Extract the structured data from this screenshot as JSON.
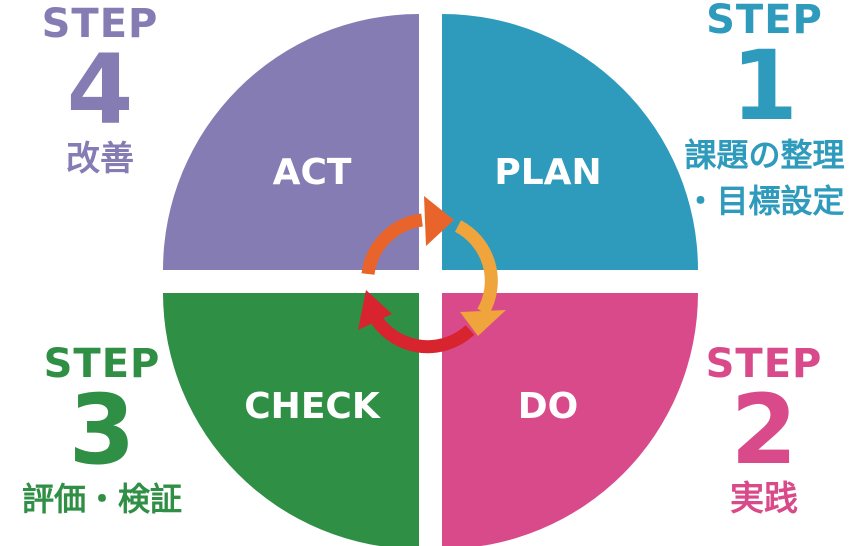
{
  "colors": {
    "plan": "#2e9bbd",
    "do": "#d94a8a",
    "check": "#2f8f45",
    "act": "#857cb3",
    "arrow_orange": "#e8642a",
    "arrow_yellow": "#f0a43c",
    "arrow_red": "#d8242f",
    "background": "#ffffff"
  },
  "quadrants": {
    "plan": "PLAN",
    "do": "DO",
    "check": "CHECK",
    "act": "ACT"
  },
  "steps": {
    "step1": {
      "word": "STEP",
      "number": "1",
      "desc": "課題の整理\n・目標設定"
    },
    "step2": {
      "word": "STEP",
      "number": "2",
      "desc": "実践"
    },
    "step3": {
      "word": "STEP",
      "number": "3",
      "desc": "評価・検証"
    },
    "step4": {
      "word": "STEP",
      "number": "4",
      "desc": "改善"
    }
  }
}
